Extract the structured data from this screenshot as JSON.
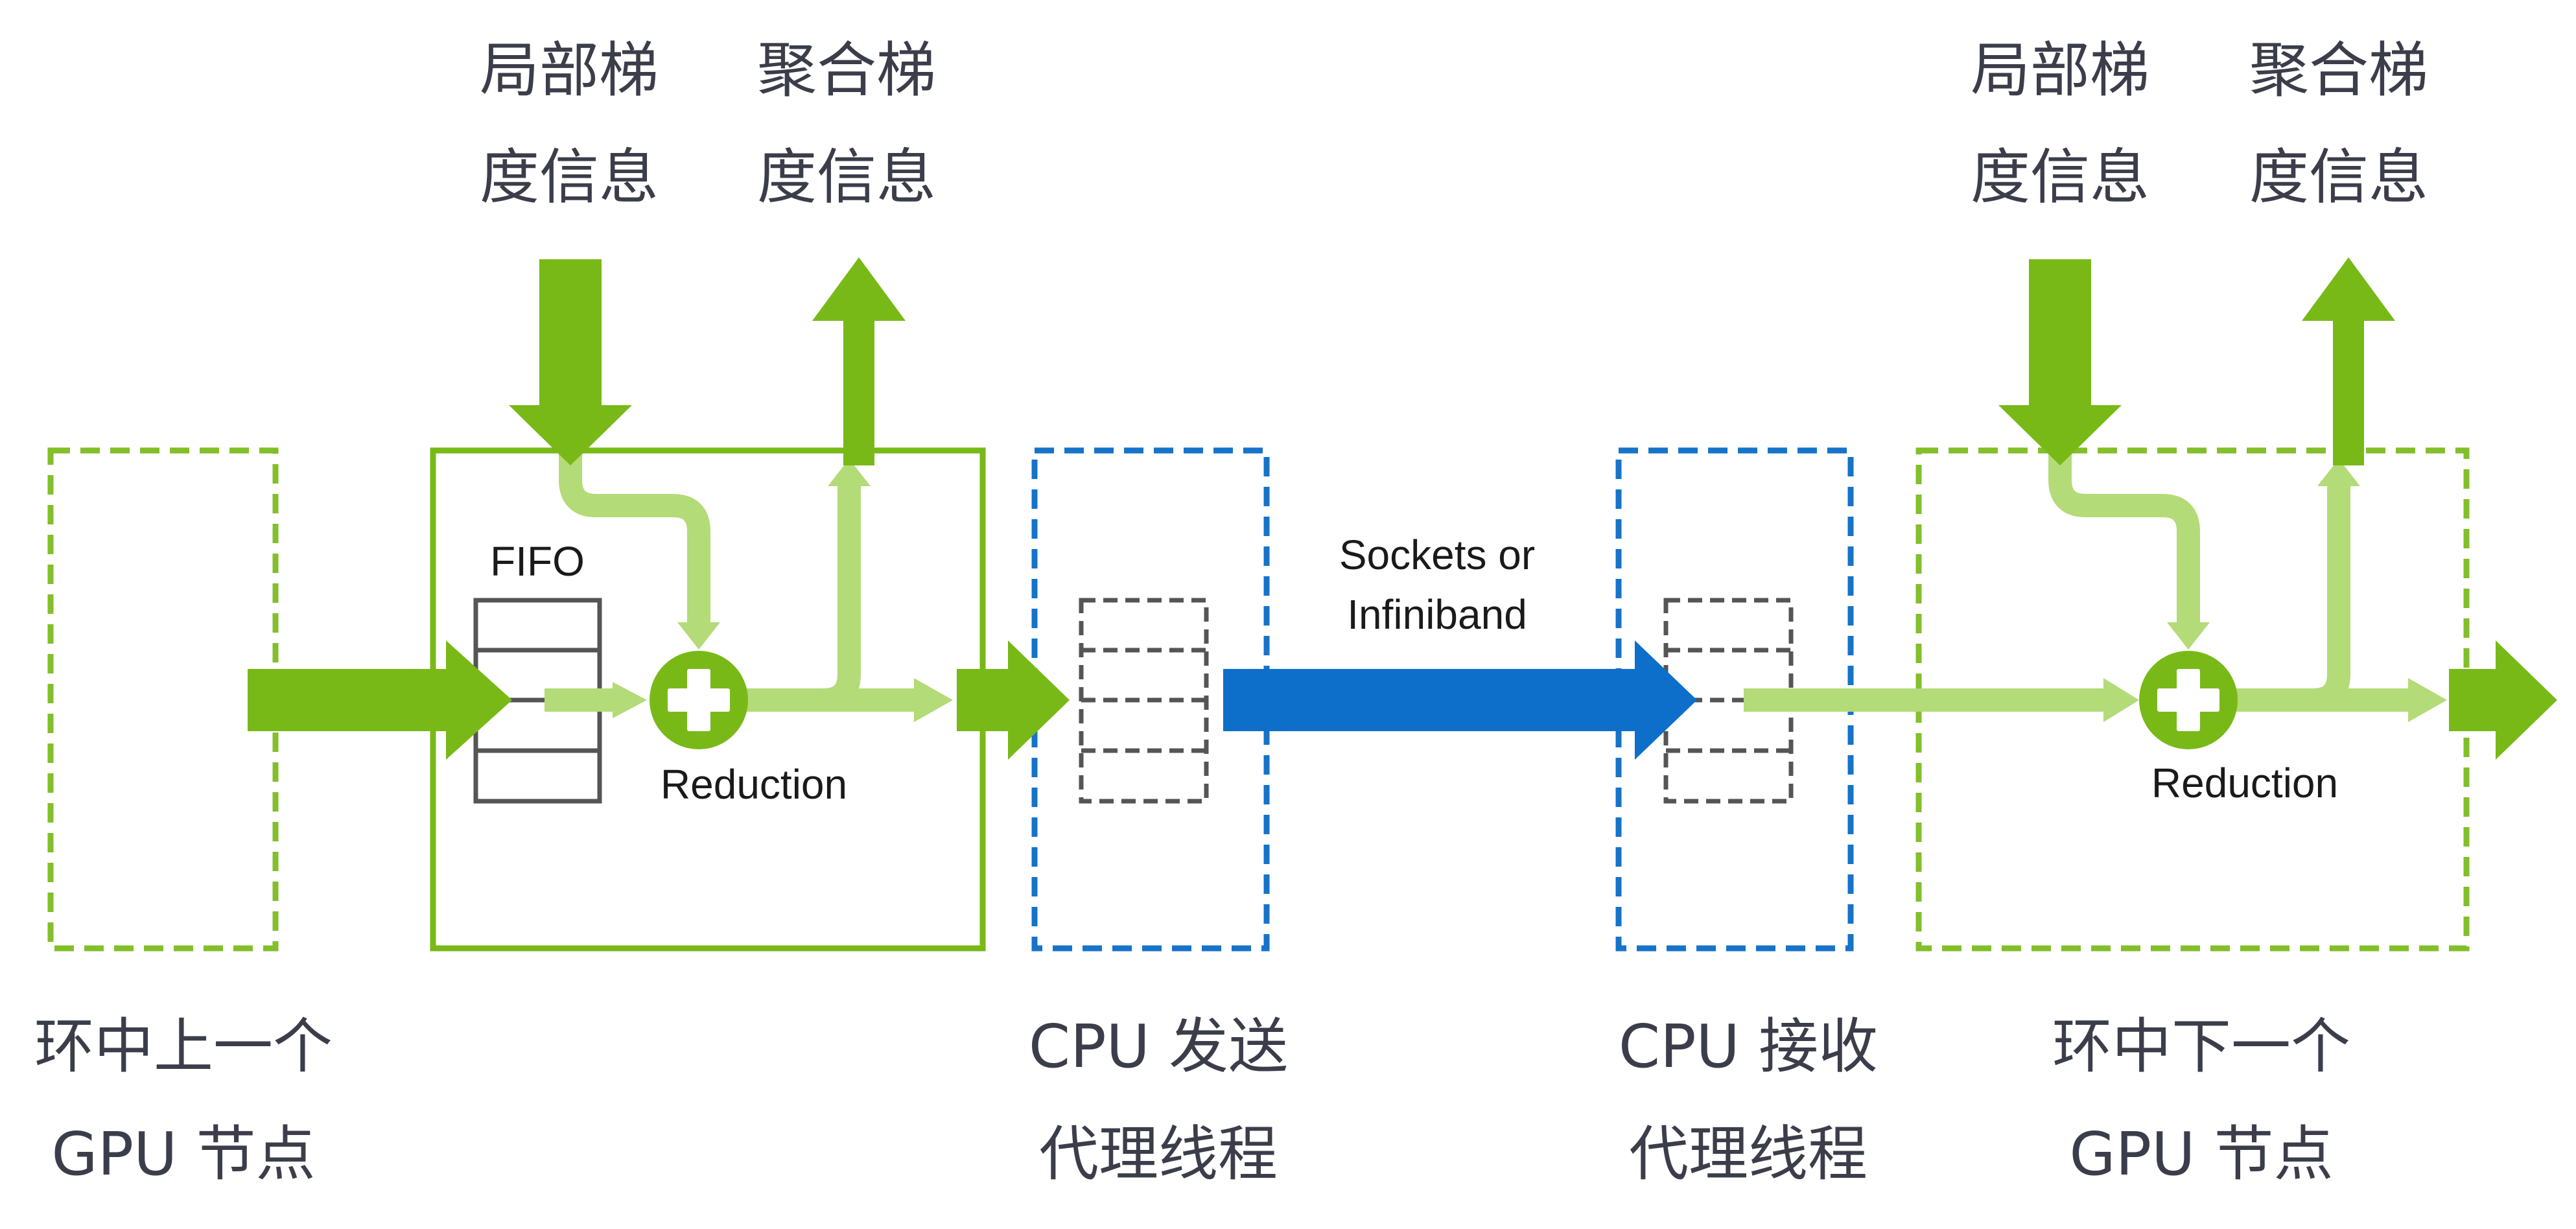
{
  "colors": {
    "green_dark": "#78b918",
    "green_light": "#b3db77",
    "blue": "#0d6fc9",
    "gray": "#555555",
    "text": "#3b3e4a"
  },
  "top_labels": {
    "left_local": [
      "局部梯",
      "度信息"
    ],
    "left_agg": [
      "聚合梯",
      "度信息"
    ],
    "right_local": [
      "局部梯",
      "度信息"
    ],
    "right_agg": [
      "聚合梯",
      "度信息"
    ]
  },
  "fifo_label": "FIFO",
  "reduction_label_left": "Reduction",
  "reduction_label_right": "Reduction",
  "link_label": [
    "Sockets or",
    "Infiniband"
  ],
  "bottom_labels": {
    "prev_gpu": [
      "环中上一个",
      "GPU 节点"
    ],
    "cpu_send": [
      "CPU 发送",
      "代理线程"
    ],
    "cpu_recv": [
      "CPU 接收",
      "代理线程"
    ],
    "next_gpu": [
      "环中下一个",
      "GPU 节点"
    ]
  },
  "icons": {
    "reduction_op": "plus-circle-icon"
  }
}
